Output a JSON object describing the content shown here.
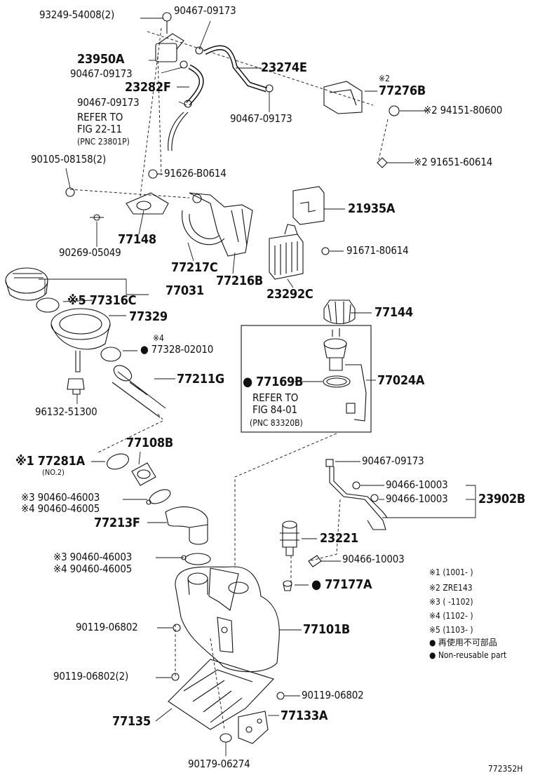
{
  "diagram": {
    "figure_id": "772352H",
    "legend": {
      "n1": "※1 (1001-    )",
      "n2": "※2  ZRE143",
      "n3": "※3 (    -1102)",
      "n4": "※4 (1102-    )",
      "n5": "※5 (1103-    )",
      "reuse_jp": "● 再使用不可部品",
      "reuse_en": "● Non-reusable part"
    },
    "parts": {
      "p93249": "93249-54008(2)",
      "p90467a": "90467-09173",
      "p23950A": "23950A",
      "p90467b": "90467-09173",
      "p23282F": "23282F",
      "p90467c": "90467-09173",
      "p23274E": "23274E",
      "p90467d": "90467-09173",
      "ref1_a": "REFER TO",
      "ref1_b": "FIG 22-11",
      "ref1_c": "(PNC 23801P)",
      "n2_a": "※2",
      "p77276B": "77276B",
      "p94151": "※2 94151-80600",
      "p91651": "※2 91651-60614",
      "p90105": "90105-08158(2)",
      "p91626": "91626-B0614",
      "p21935A": "21935A",
      "p77148": "77148",
      "p90269": "90269-05049",
      "p91671": "91671-80614",
      "p77217C": "77217C",
      "p77216B": "77216B",
      "p77031": "77031",
      "p23292C": "23292C",
      "p77316C": "※5 77316C",
      "p77144": "77144",
      "p77329": "77329",
      "n4_a": "※4",
      "p77328": "● 77328-02010",
      "p77211G": "77211G",
      "p77169B": "● 77169B",
      "p77024A": "77024A",
      "ref2_a": "REFER TO",
      "ref2_b": "FIG 84-01",
      "ref2_c": "(PNC 83320B)",
      "p96132": "96132-51300",
      "p77108B": "77108B",
      "p77281A": "※1 77281A",
      "no2": "(NO.2)",
      "p90467e": "90467-09173",
      "p90466a": "90466-10003",
      "p90466b": "90466-10003",
      "p23902B": "23902B",
      "p90460a": "※3 90460-46003",
      "p90460b": "※4 90460-46005",
      "p77213F": "77213F",
      "p23221": "23221",
      "p90460c": "※3 90460-46003",
      "p90460d": "※4 90460-46005",
      "p90466c": "90466-10003",
      "p77177A": "● 77177A",
      "p90119a": "90119-06802",
      "p77101B": "77101B",
      "p90119b": "90119-06802(2)",
      "p90119c": "90119-06802",
      "p77135": "77135",
      "p77133A": "77133A",
      "p90179": "90179-06274"
    }
  }
}
